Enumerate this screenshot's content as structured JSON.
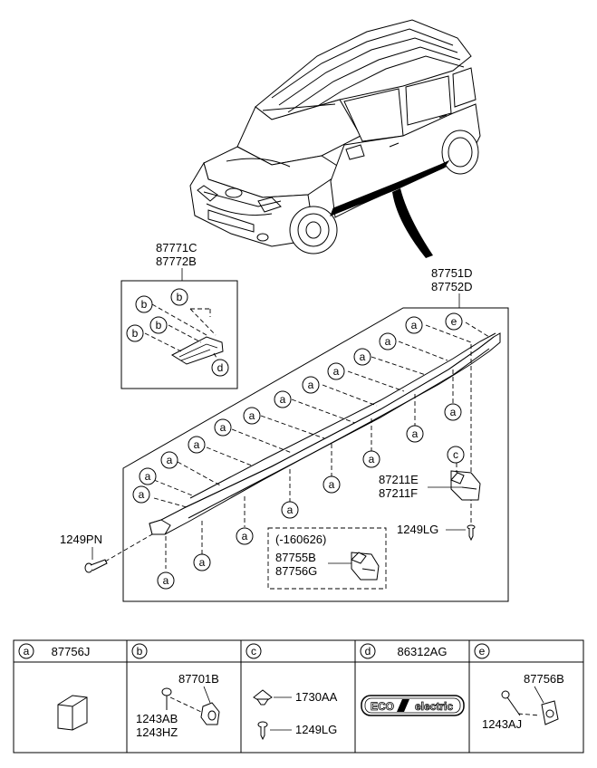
{
  "parts": {
    "p87771C": "87771C",
    "p87772B": "87772B",
    "p87751D": "87751D",
    "p87752D": "87752D",
    "p87211E": "87211E",
    "p87211F": "87211F",
    "p1249LG": "1249LG",
    "p1249PN": "1249PN",
    "period": "(-160626)",
    "p87755B": "87755B",
    "p87756G": "87756G"
  },
  "circle_letters": {
    "a": "a",
    "b": "b",
    "c": "c",
    "d": "d",
    "e": "e"
  },
  "legend": {
    "cells": [
      {
        "letter": "a",
        "part": "87756J"
      },
      {
        "letter": "b",
        "part": ""
      },
      {
        "letter": "c",
        "part": ""
      },
      {
        "letter": "d",
        "part": "86312AG"
      },
      {
        "letter": "e",
        "part": ""
      }
    ],
    "b_parts": {
      "top": "87701B",
      "left1": "1243AB",
      "left2": "1243HZ"
    },
    "c_parts": {
      "top": "1730AA",
      "bottom": "1249LG"
    },
    "e_parts": {
      "top": "87756B",
      "left": "1243AJ"
    },
    "badge": {
      "eco": "ECO",
      "electric": "electric"
    }
  }
}
